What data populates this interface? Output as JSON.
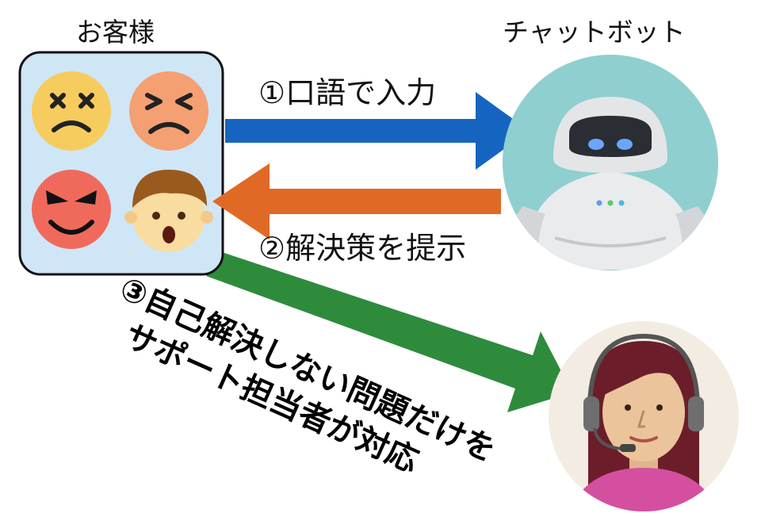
{
  "labels": {
    "customers": "お客様",
    "chatbot": "チャットボット",
    "arrow1": "①口語で入力",
    "arrow2": "②解決策を提示",
    "step3_line1": "③自己解決しない問題だけを",
    "step3_line2": "サポート担当者が対応"
  },
  "colors": {
    "blue_arrow": "#1565c0",
    "orange_arrow": "#e06a25",
    "green_arrow": "#2e8b3c",
    "customer_box": "#cfe6f7",
    "bot_circle": "#8fcfcf",
    "agent_circle": "#f3ece2"
  },
  "icons": [
    "dizzy-face-icon",
    "annoyed-face-icon",
    "angry-devil-face-icon",
    "surprised-boy-face-icon",
    "robot-icon",
    "support-agent-headset-icon"
  ]
}
